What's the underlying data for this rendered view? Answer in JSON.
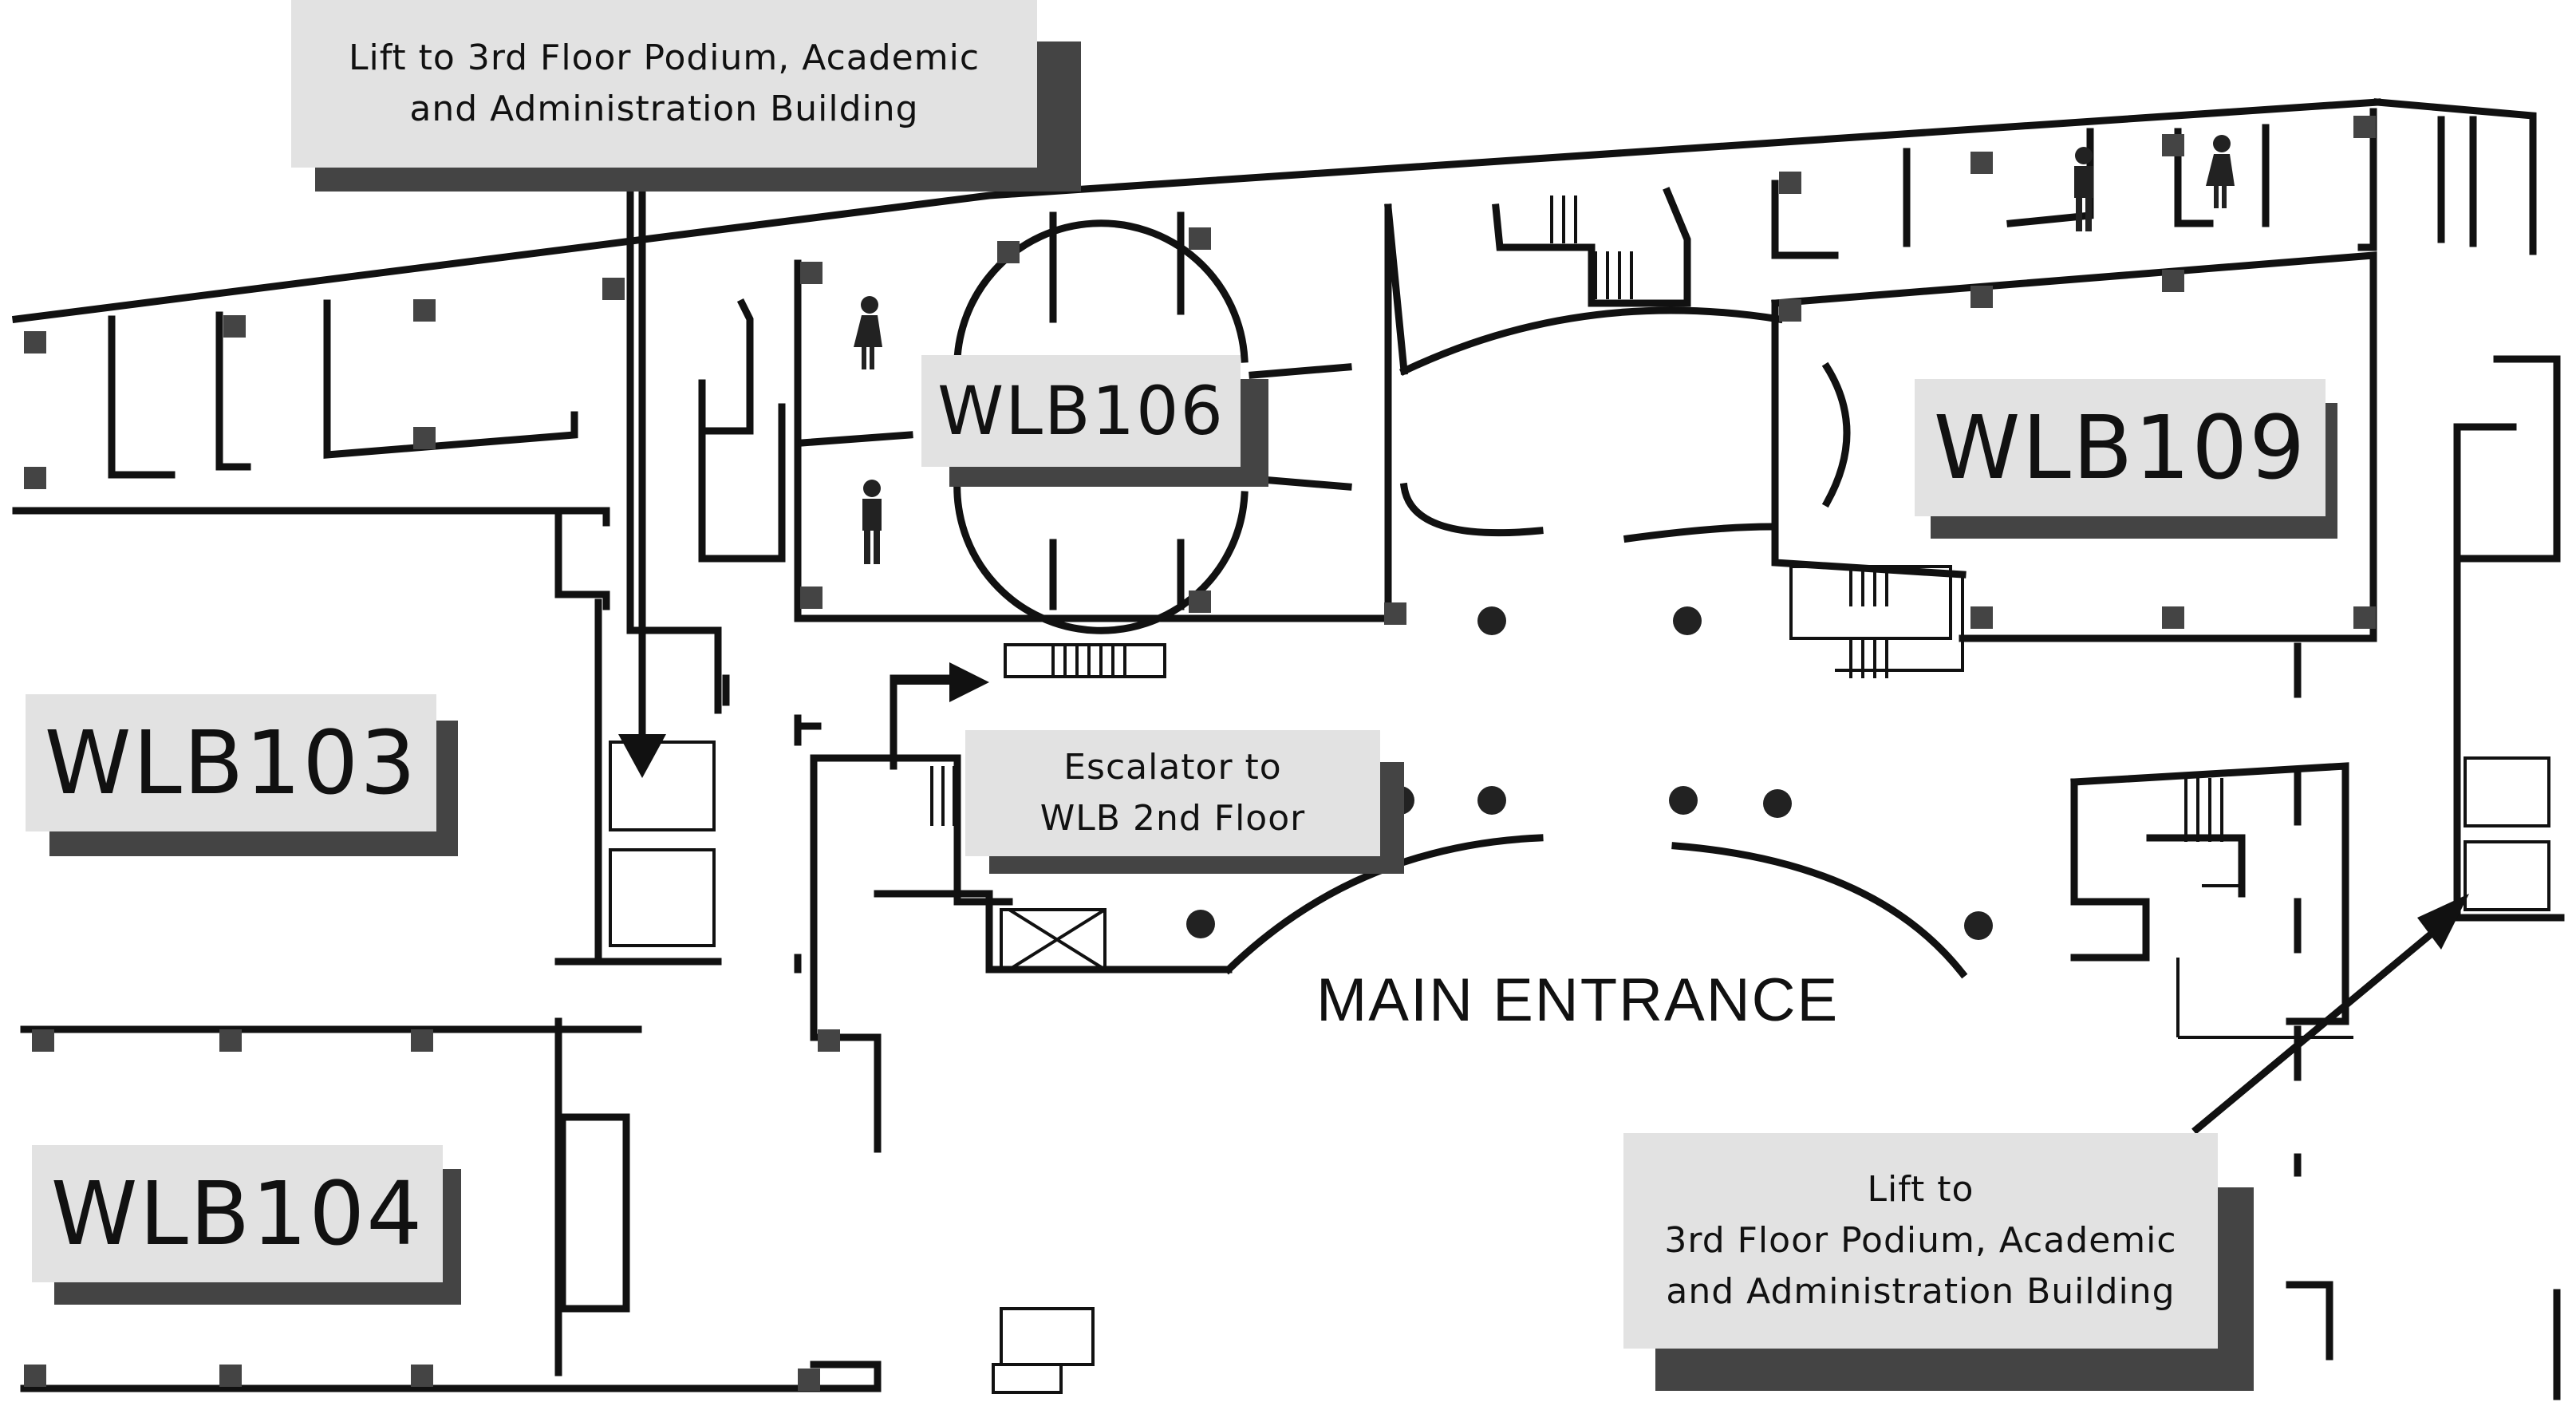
{
  "map": {
    "rooms": [
      {
        "id": "wlb103",
        "label": "WLB103"
      },
      {
        "id": "wlb104",
        "label": "WLB104"
      },
      {
        "id": "wlb106",
        "label": "WLB106"
      },
      {
        "id": "wlb109",
        "label": "WLB109"
      }
    ],
    "notes": {
      "lift_top": "Lift to  3rd Floor Podium, Academic\nand Administration Building",
      "lift_bottom": "Lift to\n3rd Floor Podium, Academic\nand Administration Building",
      "escalator": "Escalator to\nWLB 2nd Floor"
    },
    "entrance_label": "MAIN ENTRANCE",
    "icons": [
      "female-toilet-icon",
      "male-toilet-icon",
      "arrow-icon",
      "stairs-icon",
      "lift-icon"
    ],
    "colors": {
      "wall": "#111111",
      "label_bg": "#e2e2e2",
      "label_shadow": "#444444"
    }
  }
}
